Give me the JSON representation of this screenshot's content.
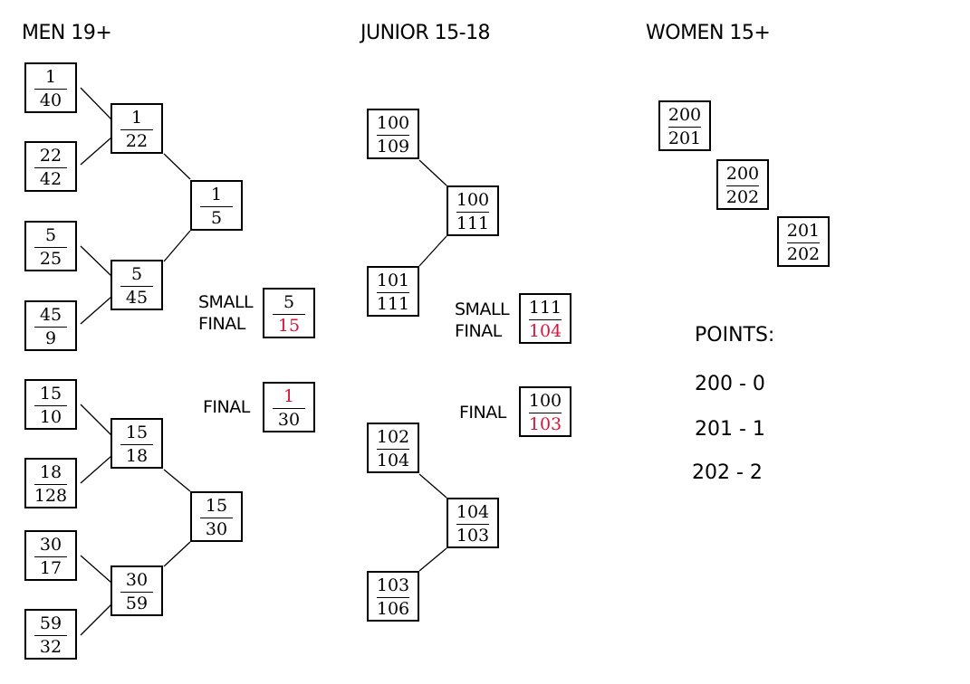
{
  "sections": {
    "men": {
      "title": "MEN 19+"
    },
    "junior": {
      "title": "JUNIOR 15-18"
    },
    "women": {
      "title": "WOMEN 15+"
    }
  },
  "labels": {
    "small_final": [
      "SMALL",
      "FINAL"
    ],
    "final": "FINAL"
  },
  "matches": {
    "m_r1_1": {
      "top": "1",
      "bottom": "40"
    },
    "m_r1_2": {
      "top": "22",
      "bottom": "42"
    },
    "m_r1_3": {
      "top": "5",
      "bottom": "25"
    },
    "m_r1_4": {
      "top": "45",
      "bottom": "9"
    },
    "m_r1_5": {
      "top": "15",
      "bottom": "10"
    },
    "m_r1_6": {
      "top": "18",
      "bottom": "128"
    },
    "m_r1_7": {
      "top": "30",
      "bottom": "17"
    },
    "m_r1_8": {
      "top": "59",
      "bottom": "32"
    },
    "m_r2_1": {
      "top": "1",
      "bottom": "22"
    },
    "m_r2_2": {
      "top": "5",
      "bottom": "45"
    },
    "m_r2_3": {
      "top": "15",
      "bottom": "18"
    },
    "m_r2_4": {
      "top": "30",
      "bottom": "59"
    },
    "m_sf_1": {
      "top": "1",
      "bottom": "5"
    },
    "m_sf_2": {
      "top": "15",
      "bottom": "30"
    },
    "m_small_final": {
      "top": "5",
      "bottom": "15"
    },
    "m_final": {
      "top": "1",
      "bottom": "30"
    },
    "j_r1_1": {
      "top": "100",
      "bottom": "109"
    },
    "j_r1_2": {
      "top": "101",
      "bottom": "111"
    },
    "j_r1_3": {
      "top": "102",
      "bottom": "104"
    },
    "j_r1_4": {
      "top": "103",
      "bottom": "106"
    },
    "j_sf_1": {
      "top": "100",
      "bottom": "111"
    },
    "j_sf_2": {
      "top": "104",
      "bottom": "103"
    },
    "j_small_final": {
      "top": "111",
      "bottom": "104"
    },
    "j_final": {
      "top": "100",
      "bottom": "103"
    },
    "w_1": {
      "top": "200",
      "bottom": "201"
    },
    "w_2": {
      "top": "200",
      "bottom": "202"
    },
    "w_3": {
      "top": "201",
      "bottom": "202"
    }
  },
  "points": {
    "title": "POINTS:",
    "rows": [
      "200 - 0",
      "201 - 1",
      "202 - 2"
    ]
  },
  "colors": {
    "line": "#000000",
    "highlight": "#d6163a"
  }
}
